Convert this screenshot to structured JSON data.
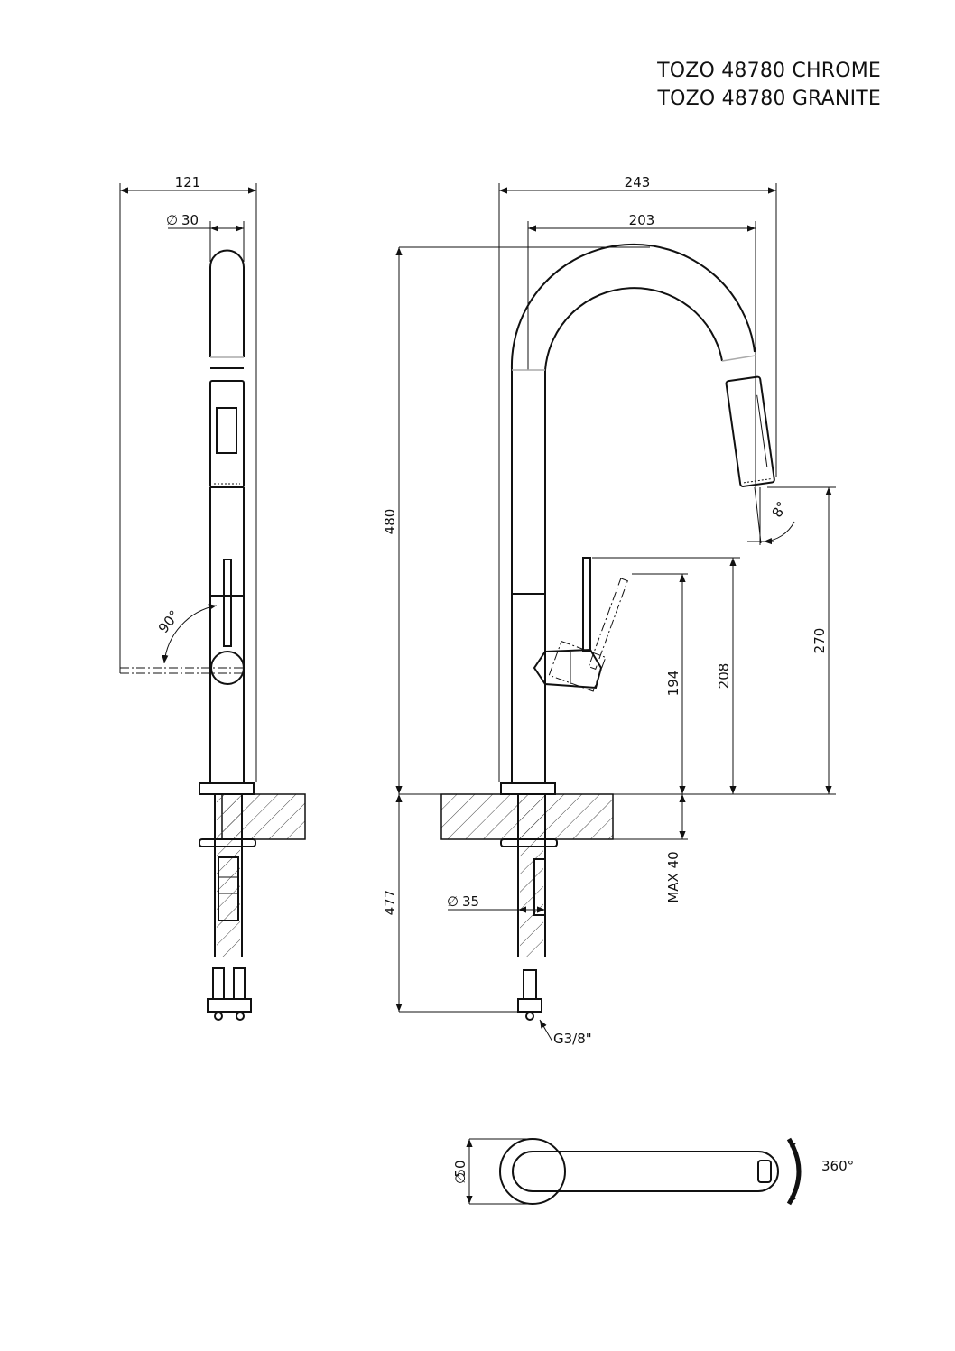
{
  "title": {
    "line1": "TOZO 48780 CHROME",
    "line2": "TOZO 48780 GRANITE"
  },
  "front_view": {
    "width_label": "121",
    "diameter_label": "30",
    "angle_label": "90°"
  },
  "side_view": {
    "width_overall_label": "243",
    "reach_label": "203",
    "height_label": "480",
    "below_label": "477",
    "lever_height_label": "194",
    "lever_top_label": "208",
    "spout_height_label": "270",
    "spray_angle_label": "8°",
    "max_label": "MAX 40",
    "hole_diameter_label": "35",
    "connection_label": "G3/8\""
  },
  "top_view": {
    "base_diameter_label": "50",
    "rotation_label": "360°"
  },
  "symbols": {
    "diameter": "∅"
  },
  "colors": {
    "line": "#111111",
    "background": "#ffffff"
  }
}
